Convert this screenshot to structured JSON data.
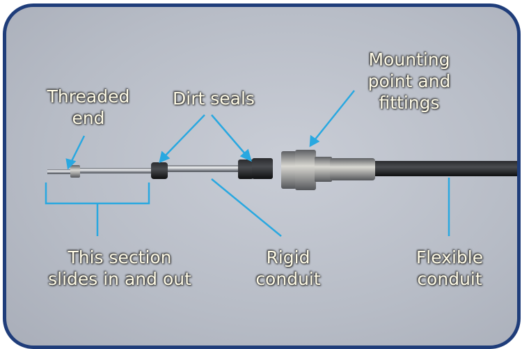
{
  "labels": {
    "threaded_end": [
      "Threaded",
      "end"
    ],
    "dirt_seals": "Dirt seals",
    "mounting_point": [
      "Mounting",
      "point and",
      "fittings"
    ],
    "slides_section": [
      "This section",
      "slides in and out"
    ],
    "rigid_conduit": [
      "Rigid",
      "conduit"
    ],
    "flexible_conduit": [
      "Flexible",
      "conduit"
    ]
  },
  "colors": {
    "frame_border": "#1f3d7a",
    "callout": "#29a8e0",
    "label_text": "#fffbe6"
  }
}
